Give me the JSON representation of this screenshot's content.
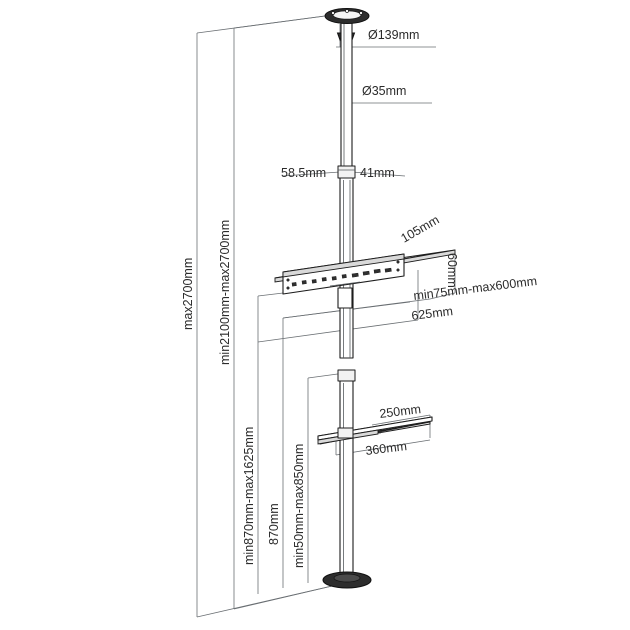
{
  "drawing": {
    "title": "TV floor-to-ceiling pole mount dimensioned drawing",
    "units": "mm",
    "background_color": "#ffffff",
    "line_color": "#1d1d1d",
    "dimension_line_color": "#55595c",
    "text_color": "#2b2b2b"
  },
  "dimensions": {
    "ceiling_plate_diameter": "Ø139mm",
    "pole_diameter": "Ø35mm",
    "collar_left": "58.5mm",
    "collar_right": "41mm",
    "bracket_depth": "105mm",
    "bracket_height": "60mm",
    "bracket_adjust_range": "min75mm-max600mm",
    "bracket_width": "625mm",
    "shelf_depth": "250mm",
    "shelf_width": "360mm",
    "total_height_max": "max2700mm",
    "pole_height_range": "min2100mm-max2700mm",
    "bracket_height_range": "min870mm-max1625mm",
    "mid_height": "870mm",
    "shelf_height_range": "min50mm-max850mm"
  },
  "labels": [
    {
      "id": "dia-139",
      "text": "Ø139mm",
      "orientation": "horizontal"
    },
    {
      "id": "dia-35",
      "text": "Ø35mm",
      "orientation": "horizontal"
    },
    {
      "id": "collar-58",
      "text": "58.5mm",
      "orientation": "horizontal"
    },
    {
      "id": "collar-41",
      "text": "41mm",
      "orientation": "horizontal"
    },
    {
      "id": "depth-105",
      "text": "105mm",
      "orientation": "diagonal"
    },
    {
      "id": "height-60",
      "text": "60mm",
      "orientation": "vertical"
    },
    {
      "id": "range-75-600",
      "text": "min75mm-max600mm",
      "orientation": "horizontal"
    },
    {
      "id": "width-625",
      "text": "625mm",
      "orientation": "horizontal"
    },
    {
      "id": "shelf-250",
      "text": "250mm",
      "orientation": "horizontal"
    },
    {
      "id": "shelf-360",
      "text": "360mm",
      "orientation": "horizontal"
    },
    {
      "id": "max-2700",
      "text": "max2700mm",
      "orientation": "vertical"
    },
    {
      "id": "range-2100-2700",
      "text": "min2100mm-max2700mm",
      "orientation": "vertical"
    },
    {
      "id": "range-870-1625",
      "text": "min870mm-max1625mm",
      "orientation": "vertical"
    },
    {
      "id": "height-870",
      "text": "870mm",
      "orientation": "vertical"
    },
    {
      "id": "range-50-850",
      "text": "min50mm-max850mm",
      "orientation": "vertical"
    }
  ],
  "components": {
    "ceiling_plate": "ceiling-mount-plate",
    "upper_pole": "upper-pole-tube",
    "pole_collar": "pole-adjustment-collar",
    "tv_bracket": "tv-mounting-bracket",
    "bracket_rail": "perforated-bracket-rail",
    "lower_pole": "lower-pole-tube",
    "shelf": "accessory-shelf",
    "floor_base": "floor-base-plate"
  }
}
